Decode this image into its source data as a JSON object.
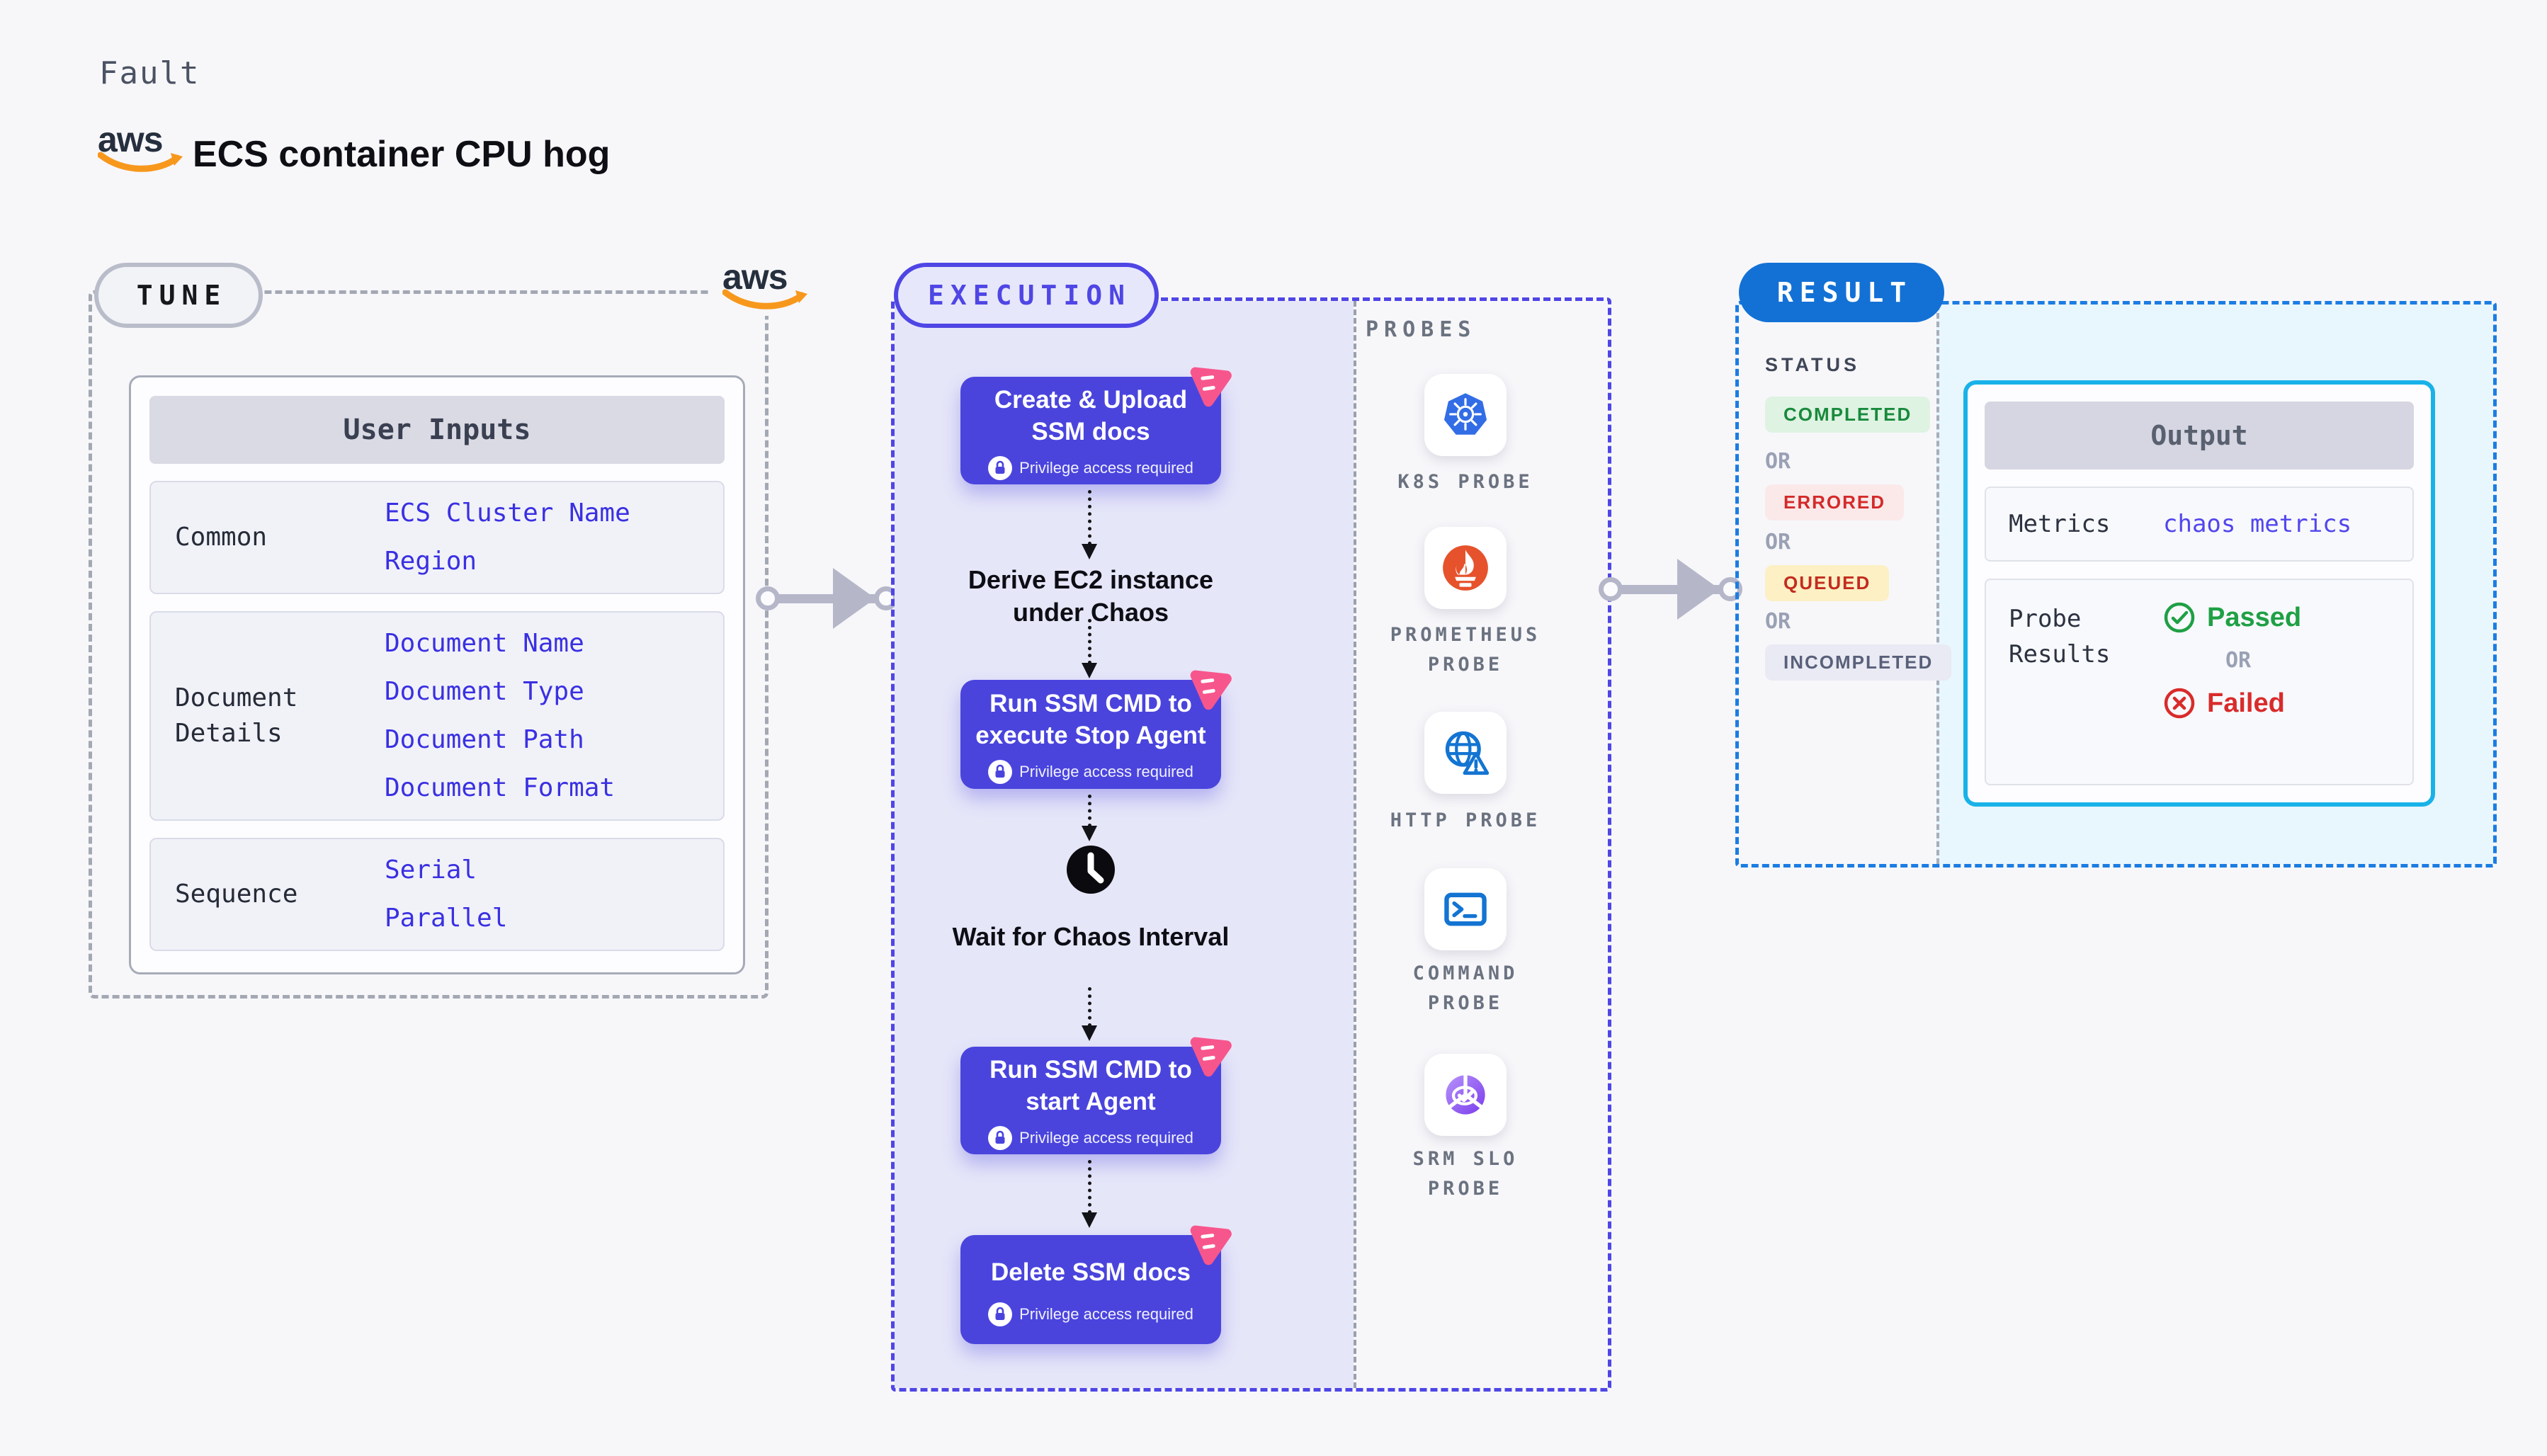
{
  "header": {
    "eyebrow": "Fault",
    "title": "ECS container CPU hog",
    "aws_logo_text": "aws"
  },
  "tune": {
    "pill": "TUNE",
    "table": {
      "header": "User Inputs",
      "rows": [
        {
          "label": "Common",
          "values": [
            "ECS Cluster Name",
            "Region"
          ]
        },
        {
          "label": "Document Details",
          "values": [
            "Document Name",
            "Document Type",
            "Document Path",
            "Document Format"
          ]
        },
        {
          "label": "Sequence",
          "values": [
            "Serial",
            "Parallel"
          ]
        }
      ]
    }
  },
  "execution": {
    "pill": "EXECUTION",
    "privilege_label": "Privilege access required",
    "steps": [
      {
        "type": "block",
        "title": "Create & Upload SSM docs"
      },
      {
        "type": "text",
        "title": "Derive EC2 instance under Chaos"
      },
      {
        "type": "block",
        "title": "Run SSM CMD to execute Stop Agent"
      },
      {
        "type": "clock",
        "title": "Wait for Chaos Interval"
      },
      {
        "type": "block",
        "title": "Run SSM CMD to start Agent"
      },
      {
        "type": "block",
        "title": "Delete SSM docs"
      }
    ]
  },
  "probes": {
    "heading": "PROBES",
    "items": [
      {
        "label": "K8S PROBE",
        "icon": "kubernetes-icon"
      },
      {
        "label": "PROMETHEUS PROBE",
        "icon": "prometheus-icon"
      },
      {
        "label": "HTTP PROBE",
        "icon": "http-globe-warning-icon"
      },
      {
        "label": "COMMAND PROBE",
        "icon": "terminal-icon"
      },
      {
        "label": "SRM SLO PROBE",
        "icon": "srm-slo-gauge-icon"
      }
    ]
  },
  "result": {
    "pill": "RESULT",
    "status_heading": "STATUS",
    "or_label": "OR",
    "statuses": [
      {
        "label": "COMPLETED",
        "text_color": "#188a3c",
        "bg": "#def3e2"
      },
      {
        "label": "ERRORED",
        "text_color": "#d42a2a",
        "bg": "#fbe9e9"
      },
      {
        "label": "QUEUED",
        "text_color": "#c32c1e",
        "bg": "#fcf0c4"
      },
      {
        "label": "INCOMPLETED",
        "text_color": "#59607a",
        "bg": "#e9eaf3"
      }
    ],
    "output": {
      "header": "Output",
      "metrics_label": "Metrics",
      "metrics_value": "chaos metrics",
      "probe_results_label": "Probe Results",
      "passed": "Passed",
      "or_label": "OR",
      "failed": "Failed"
    }
  },
  "colors": {
    "page_bg": "#f7f7fa",
    "step_block": "#4a44dd",
    "execution_accent": "#4f46e5",
    "execution_panel": "#e6e6f9",
    "result_accent": "#1b7de2",
    "result_pill": "#1371d5",
    "result_panel": "#e8f6fd",
    "output_border": "#19b2e8",
    "value_text": "#3a30e2",
    "metrics_value_text": "#5246ee",
    "passed_green": "#1fa045",
    "failed_red": "#d92b2b",
    "ribbon_pink": "#f7568c",
    "aws_orange": "#f7981d",
    "aws_navy": "#252f3e",
    "kubernetes_blue": "#326de6",
    "prometheus_orange": "#e6522c",
    "probe_blue": "#1374d2"
  }
}
